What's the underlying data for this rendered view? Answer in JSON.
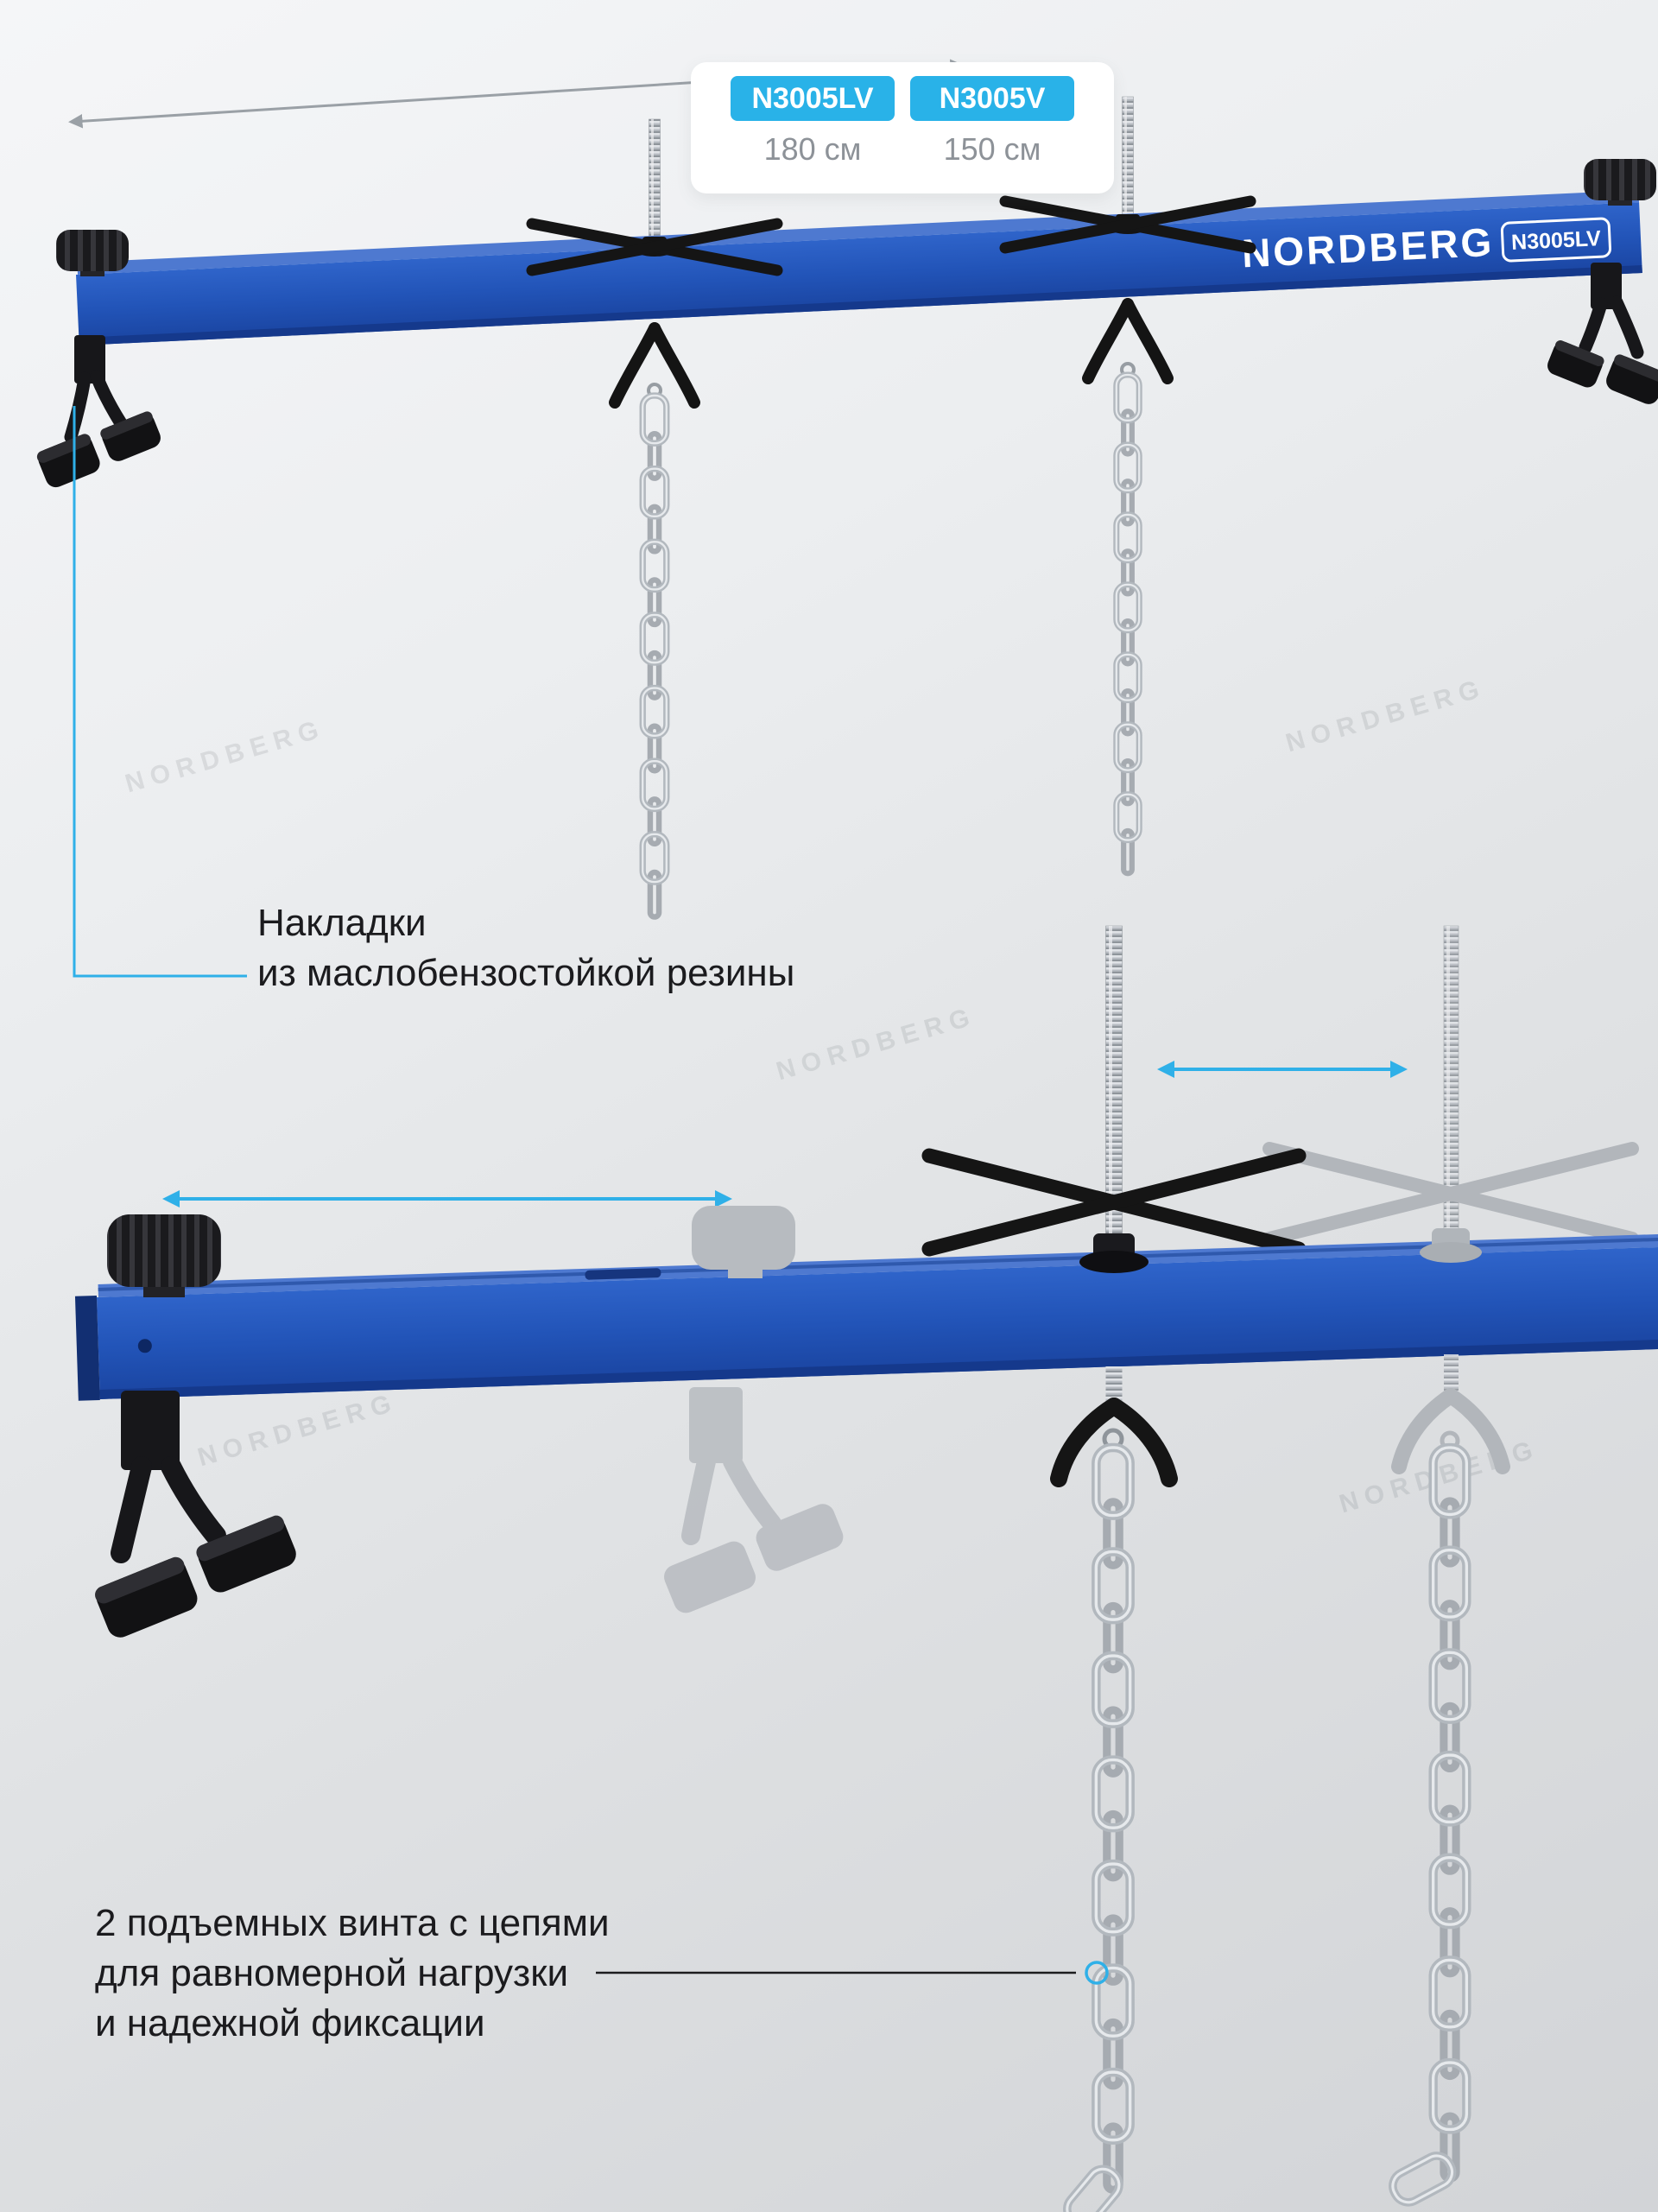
{
  "models": [
    {
      "code": "N3005LV",
      "length": "180 см"
    },
    {
      "code": "N3005V",
      "length": "150 см"
    }
  ],
  "beam": {
    "brand": "NORDBERG",
    "model_label": "N3005LV"
  },
  "annotations": {
    "pads": {
      "line1": "Накладки",
      "line2": "из маслобензостойкой резины"
    },
    "screws": {
      "line1": "2 подъемных винта с цепями",
      "line2": "для равномерной нагрузки",
      "line3": "и надежной фиксации"
    }
  },
  "watermark": {
    "text": "NORDBERG"
  },
  "colors": {
    "beam_blue": "#2254b8",
    "accent_blue": "#2fb0e8",
    "badge_blue": "#29b2e8",
    "dimension_gray": "#9aa0a6"
  }
}
